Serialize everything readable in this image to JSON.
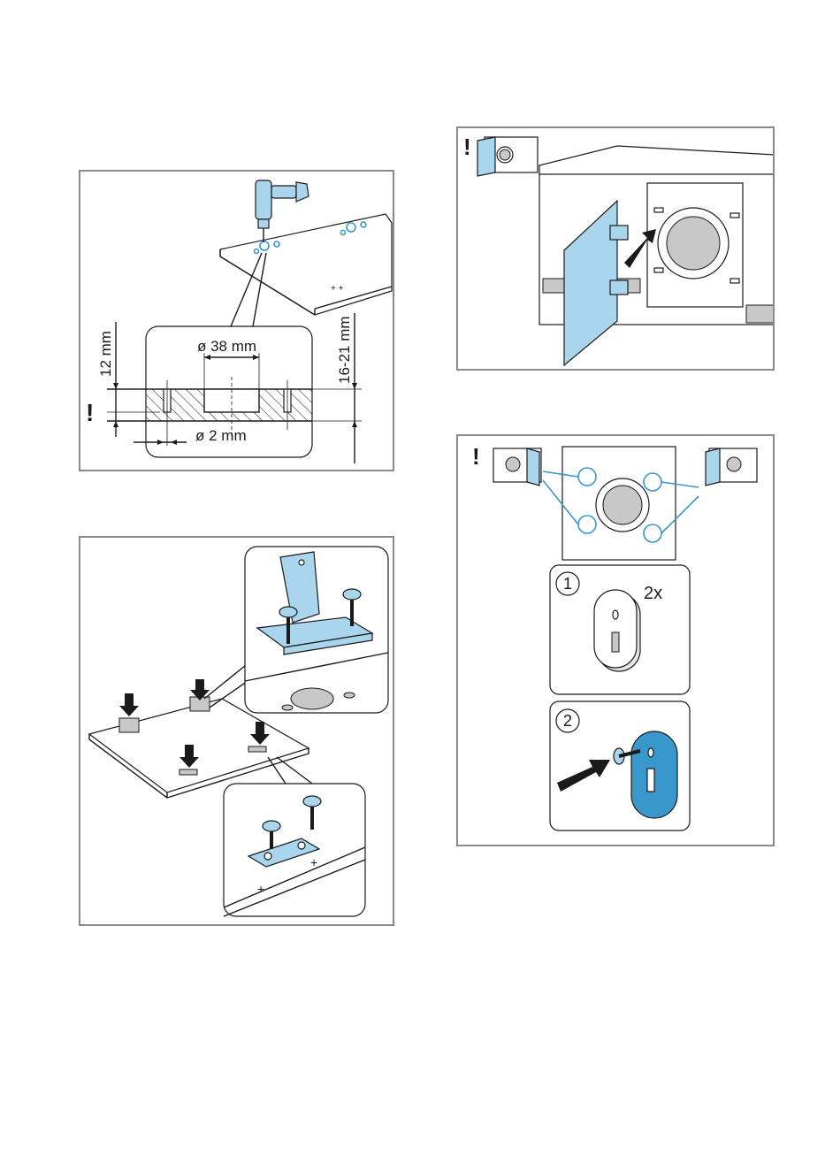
{
  "colors": {
    "frame": "#8a8a8a",
    "accent_light": "#a9d6ec",
    "accent_dark": "#3a97cc",
    "ink": "#1a1a1a"
  },
  "panel1": {
    "warning": "!",
    "label_height": "12 mm",
    "label_hole": "ø 38 mm",
    "label_range": "16-21 mm",
    "label_pilot": "ø 2 mm",
    "icons": [
      "drill-icon"
    ]
  },
  "panel2": {
    "icons": [
      "hinge-icon",
      "screw-icon",
      "arrow-down-icon"
    ]
  },
  "panel3": {
    "warning": "!",
    "icons": [
      "washing-machine-icon",
      "door-panel-icon",
      "arrow-icon"
    ]
  },
  "panel4": {
    "warning": "!",
    "step1_number": "1",
    "step1_count": "2x",
    "step2_number": "2",
    "icons": [
      "catch-plate-icon",
      "screw-icon",
      "arrow-right-icon"
    ]
  }
}
